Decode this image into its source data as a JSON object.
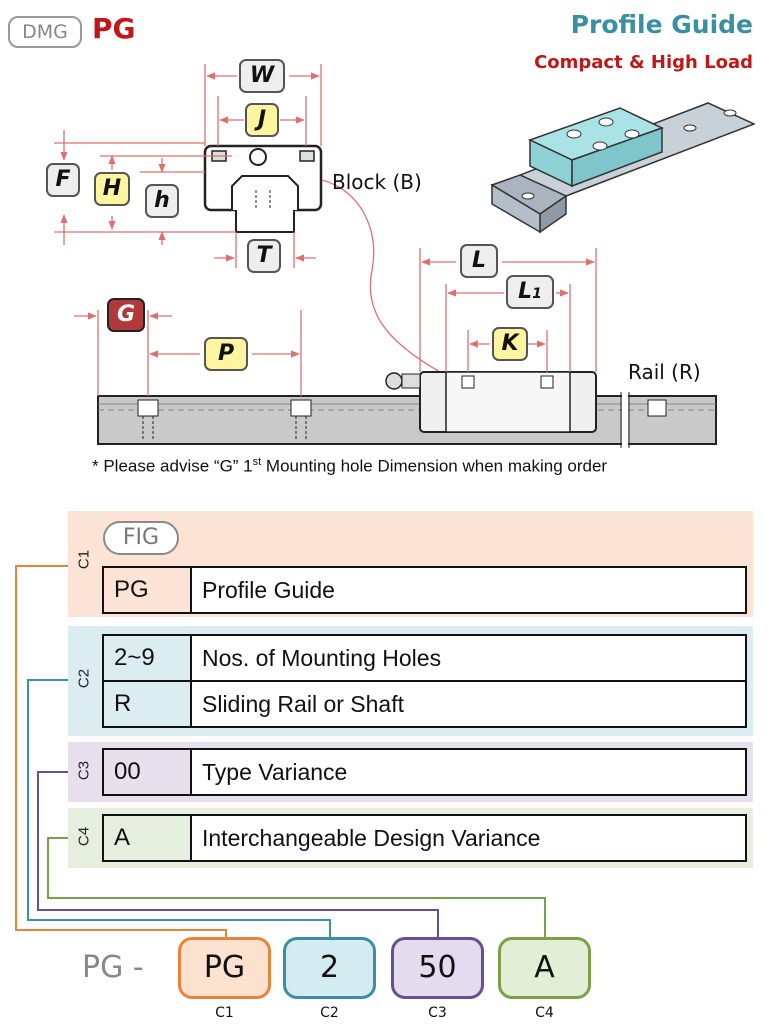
{
  "header": {
    "brand_badge": "DMG",
    "product_code": "PG",
    "title": "Profile Guide",
    "subtitle": "Compact & High Load"
  },
  "diagram": {
    "labels": {
      "W": "W",
      "J": "J",
      "F": "F",
      "H": "H",
      "h": "h",
      "T": "T",
      "G": "G",
      "P": "P",
      "L": "L",
      "L1_main": "L",
      "L1_sub": "1",
      "K": "K"
    },
    "block_label": "Block (B)",
    "rail_label": "Rail (R)",
    "note_prefix": "* Please  advise “G” 1",
    "note_sup": "st",
    "note_suffix": " Mounting hole Dimension when making order"
  },
  "spec": {
    "fig_label": "FIG",
    "bands": [
      {
        "code": "C1"
      },
      {
        "code": "C2"
      },
      {
        "code": "C3"
      },
      {
        "code": "C4"
      }
    ],
    "rows": [
      {
        "code": "PG",
        "desc": "Profile Guide"
      },
      {
        "code": "2~9",
        "desc": "Nos. of Mounting Holes"
      },
      {
        "code": "R",
        "desc": "Sliding Rail or Shaft"
      },
      {
        "code": "00",
        "desc": "Type Variance"
      },
      {
        "code": "A",
        "desc": "Interchangeable Design Variance"
      }
    ]
  },
  "order": {
    "prefix": "PG -",
    "boxes": [
      {
        "value": "PG",
        "caption": "C1"
      },
      {
        "value": "2",
        "caption": "C2"
      },
      {
        "value": "50",
        "caption": "C3"
      },
      {
        "value": "A",
        "caption": "C4"
      }
    ]
  },
  "colors": {
    "c1": "#e8833a",
    "c2": "#3a8fa0",
    "c3": "#6b4e8c",
    "c4": "#7aa04a",
    "accent_red": "#c01818",
    "accent_teal": "#3a8fa0",
    "dimension_line": "#e07070"
  }
}
